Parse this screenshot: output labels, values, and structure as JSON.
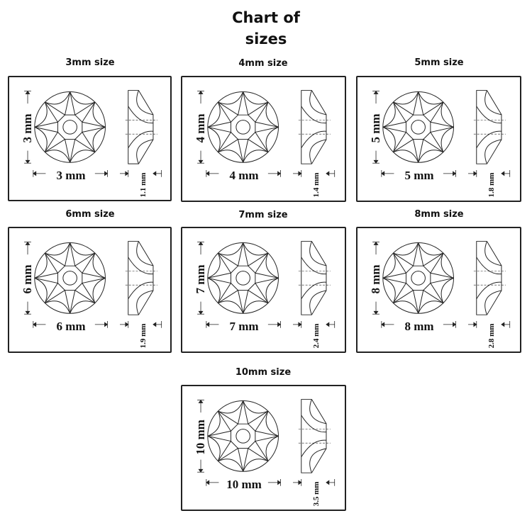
{
  "title": {
    "line1": "Chart of",
    "line2": "sizes"
  },
  "line_color": "#222222",
  "sizes": [
    {
      "label": "3mm size",
      "diameter": "3 mm",
      "diameter_width": "3 mm",
      "thickness": "1.1 mm"
    },
    {
      "label": "4mm size",
      "diameter": "4 mm",
      "diameter_width": "4 mm",
      "thickness": "1.4 mm"
    },
    {
      "label": "5mm size",
      "diameter": "5 mm",
      "diameter_width": "5 mm",
      "thickness": "1.8 mm"
    },
    {
      "label": "6mm size",
      "diameter": "6 mm",
      "diameter_width": "6 mm",
      "thickness": "1.9 mm"
    },
    {
      "label": "7mm size",
      "diameter": "7 mm",
      "diameter_width": "7 mm",
      "thickness": "2.4 mm"
    },
    {
      "label": "8mm size",
      "diameter": "8 mm",
      "diameter_width": "8 mm",
      "thickness": "2.8 mm"
    },
    {
      "label": "10mm size",
      "diameter": "10 mm",
      "diameter_width": "10 mm",
      "thickness": "3.5 mm"
    }
  ]
}
